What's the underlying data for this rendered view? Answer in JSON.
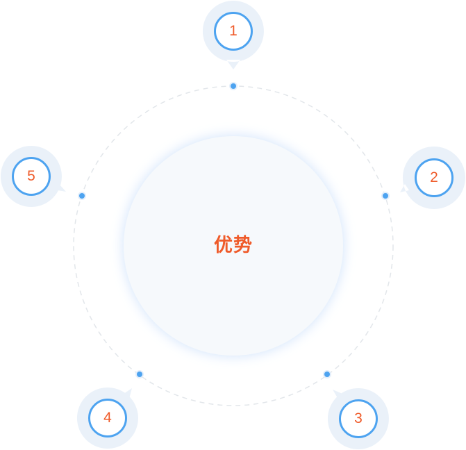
{
  "title": "优势",
  "items": [
    {
      "number": "1"
    },
    {
      "number": "2"
    },
    {
      "number": "3"
    },
    {
      "number": "4"
    },
    {
      "number": "5"
    }
  ],
  "colors": {
    "accent_text": "#ef5b2a",
    "ring_stroke": "#4da3f0",
    "bubble_fill": "#eaf1f9",
    "dot": "#4da3f0",
    "dashed_orbit": "#e2e6ea",
    "core_fill": "#f6f9fc",
    "core_glow": "#cfe2fb"
  }
}
